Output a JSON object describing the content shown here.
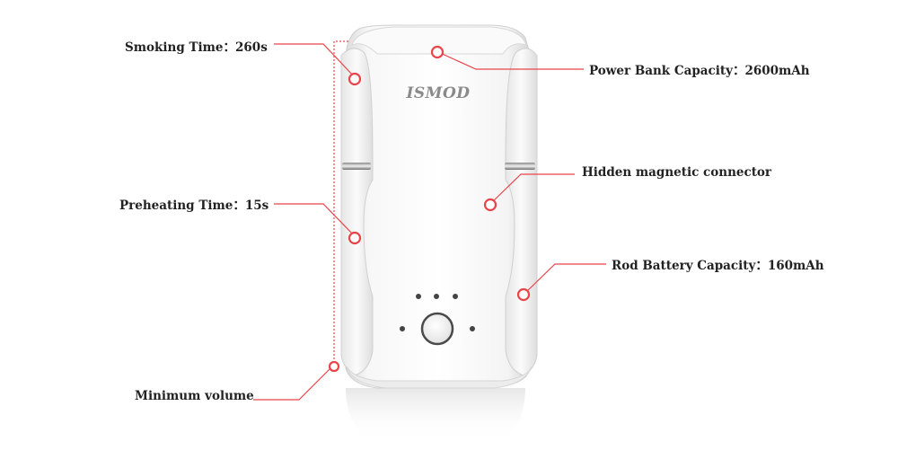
{
  "product": {
    "brand_logo": "ISMOD",
    "main_color": "#f4f4f4",
    "accent_color": "#e8454a"
  },
  "callouts": {
    "smoking_time": "Smoking Time：260s",
    "preheating_time": "Preheating Time：15s",
    "minimum_volume": "Minimum volume",
    "power_bank_capacity": "Power Bank Capacity：2600mAh",
    "hidden_magnetic_connector": "Hidden magnetic connector",
    "rod_battery_capacity": "Rod Battery Capacity：160mAh"
  },
  "icons": [
    "power-button-icon",
    "indicator-led-icon",
    "callout-marker-icon"
  ]
}
